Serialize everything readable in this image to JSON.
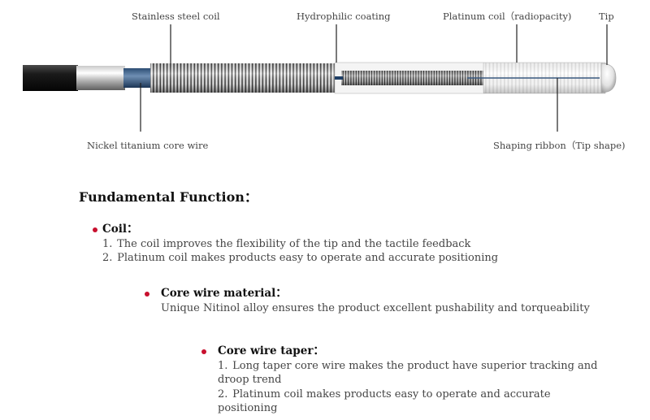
{
  "diagram": {
    "labels": {
      "stainless_steel_coil": "Stainless steel coil",
      "hydrophilic_coating": "Hydrophilic coating",
      "platinum_coil": "Platinum coil（radiopacity)",
      "tip": "Tip",
      "nickel_titanium_core_wire": "Nickel titanium core wire",
      "shaping_ribbon": "Shaping ribbon（Tip shape)"
    }
  },
  "section_title": "Fundamental Function：",
  "items": [
    {
      "title": "Coil：",
      "lines": [
        {
          "num": "1.",
          "text": "The coil improves the flexibility of the tip and the tactile feedback"
        },
        {
          "num": "2.",
          "text": "Platinum coil makes products easy to operate and accurate positioning"
        }
      ]
    },
    {
      "title": "Core wire material：",
      "text": "Unique Nitinol alloy ensures the product excellent pushability and torqueability"
    },
    {
      "title": "Core wire taper：",
      "lines": [
        {
          "num": "1.",
          "text": "Long taper core wire makes the product have superior tracking and droop trend"
        },
        {
          "num": "2.",
          "text": "Platinum coil makes products easy to operate and accurate positioning"
        }
      ]
    }
  ],
  "colors": {
    "bullet": "#c8102e",
    "sleeve": "#1a1a1a",
    "core_wire": "#1f3f66"
  }
}
